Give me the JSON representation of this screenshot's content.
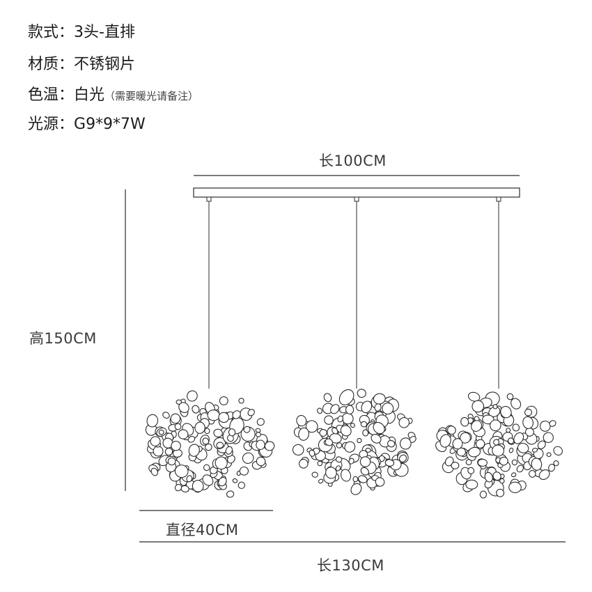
{
  "specs": [
    {
      "label": "款式：",
      "value": "3头-直排",
      "note": ""
    },
    {
      "label": "材质：",
      "value": "不锈钢片",
      "note": ""
    },
    {
      "label": "色温：",
      "value": "白光",
      "note": "（需要暖光请备注）"
    },
    {
      "label": "光源：",
      "value": "G9*9*7W",
      "note": ""
    }
  ],
  "dimensions": {
    "top_length": "长100CM",
    "height": "高150CM",
    "diameter": "直径40CM",
    "bottom_length": "长130CM"
  },
  "colors": {
    "line": "#2b2b2b",
    "text": "#1c1c1c"
  }
}
